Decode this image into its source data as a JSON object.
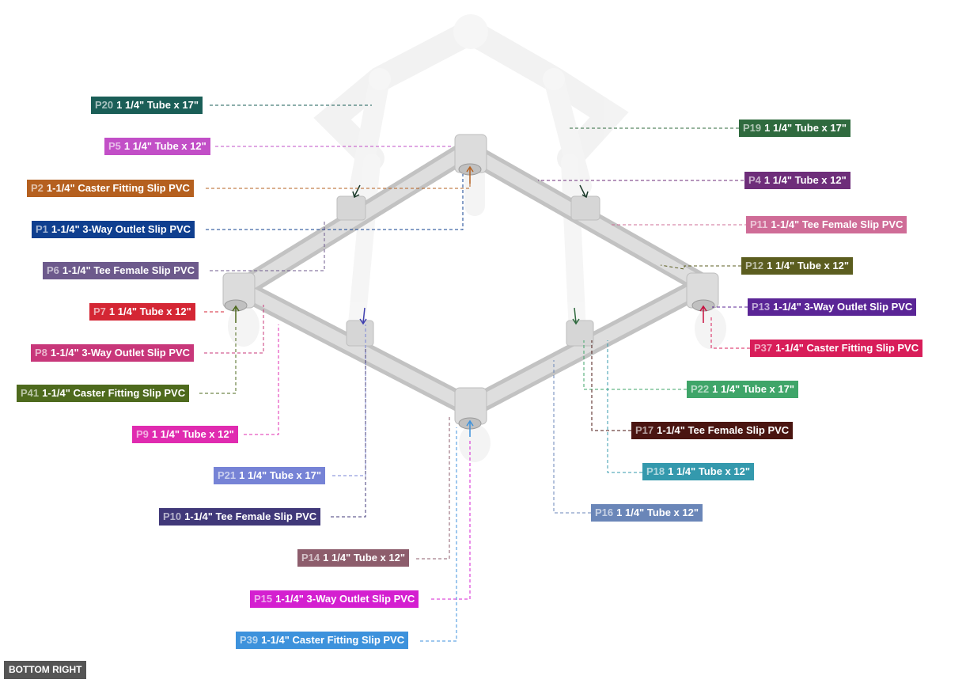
{
  "view_label": "BOTTOM RIGHT",
  "parts": [
    {
      "id": "P20",
      "name": "1 1/4\" Tube x 17\"",
      "color": "#1a5e57"
    },
    {
      "id": "P5",
      "name": "1 1/4\" Tube x 12\"",
      "color": "#c24fc7"
    },
    {
      "id": "P2",
      "name": "1-1/4\" Caster Fitting Slip PVC",
      "color": "#b5601f"
    },
    {
      "id": "P1",
      "name": "1-1/4\" 3-Way Outlet Slip PVC",
      "color": "#0f3f8f"
    },
    {
      "id": "P6",
      "name": "1-1/4\" Tee Female Slip PVC",
      "color": "#6d5a8c"
    },
    {
      "id": "P7",
      "name": "1 1/4\" Tube x 12\"",
      "color": "#d42634"
    },
    {
      "id": "P8",
      "name": "1-1/4\" 3-Way Outlet Slip PVC",
      "color": "#c8377a"
    },
    {
      "id": "P41",
      "name": "1-1/4\" Caster Fitting Slip PVC",
      "color": "#4e6a1d"
    },
    {
      "id": "P9",
      "name": "1 1/4\" Tube x 12\"",
      "color": "#e02bb0"
    },
    {
      "id": "P21",
      "name": "1 1/4\" Tube x 17\"",
      "color": "#7683d6"
    },
    {
      "id": "P10",
      "name": "1-1/4\" Tee Female Slip PVC",
      "color": "#403879"
    },
    {
      "id": "P14",
      "name": "1 1/4\" Tube x 12\"",
      "color": "#8d5d6c"
    },
    {
      "id": "P15",
      "name": "1-1/4\" 3-Way Outlet Slip PVC",
      "color": "#d41fd0"
    },
    {
      "id": "P39",
      "name": "1-1/4\" Caster Fitting Slip PVC",
      "color": "#3d92dc"
    },
    {
      "id": "P19",
      "name": "1 1/4\" Tube x 17\"",
      "color": "#2f6a3e"
    },
    {
      "id": "P4",
      "name": "1 1/4\" Tube x 12\"",
      "color": "#6e2e7a"
    },
    {
      "id": "P11",
      "name": "1-1/4\" Tee Female Slip PVC",
      "color": "#cf6c97"
    },
    {
      "id": "P12",
      "name": "1 1/4\" Tube x 12\"",
      "color": "#5b5d1f"
    },
    {
      "id": "P13",
      "name": "1-1/4\" 3-Way Outlet Slip PVC",
      "color": "#5a2596"
    },
    {
      "id": "P37",
      "name": "1-1/4\" Caster Fitting Slip PVC",
      "color": "#d81d59"
    },
    {
      "id": "P22",
      "name": "1 1/4\" Tube x 17\"",
      "color": "#3fa569"
    },
    {
      "id": "P17",
      "name": "1-1/4\" Tee Female Slip PVC",
      "color": "#4a1511"
    },
    {
      "id": "P18",
      "name": "1 1/4\" Tube x 12\"",
      "color": "#3499ad"
    },
    {
      "id": "P16",
      "name": "1 1/4\" Tube x 12\"",
      "color": "#6a86b8"
    }
  ]
}
